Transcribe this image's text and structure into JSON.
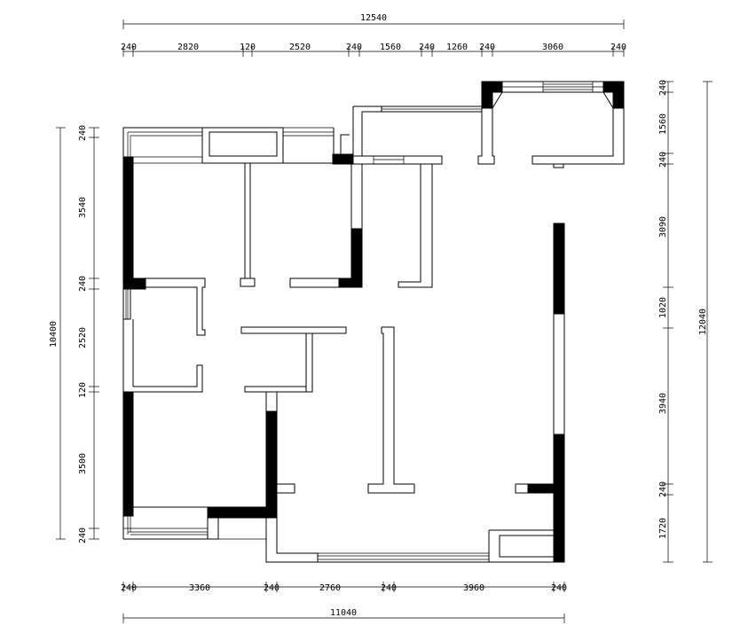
{
  "dimensions": {
    "top_total": "12540",
    "top_segments": [
      "240",
      "2820",
      "120",
      "2520",
      "240",
      "1560",
      "240",
      "1260",
      "240",
      "3060",
      "240"
    ],
    "bottom_total": "11040",
    "bottom_segments": [
      "240",
      "3360",
      "240",
      "2760",
      "240",
      "3960",
      "240"
    ],
    "left_total": "10400",
    "left_segments": [
      "240",
      "3540",
      "240",
      "2520",
      "120",
      "3500",
      "240"
    ],
    "right_total": "12040",
    "right_segments": [
      "240",
      "1560",
      "240",
      "3090",
      "1020",
      "3940",
      "240",
      "1720"
    ]
  }
}
